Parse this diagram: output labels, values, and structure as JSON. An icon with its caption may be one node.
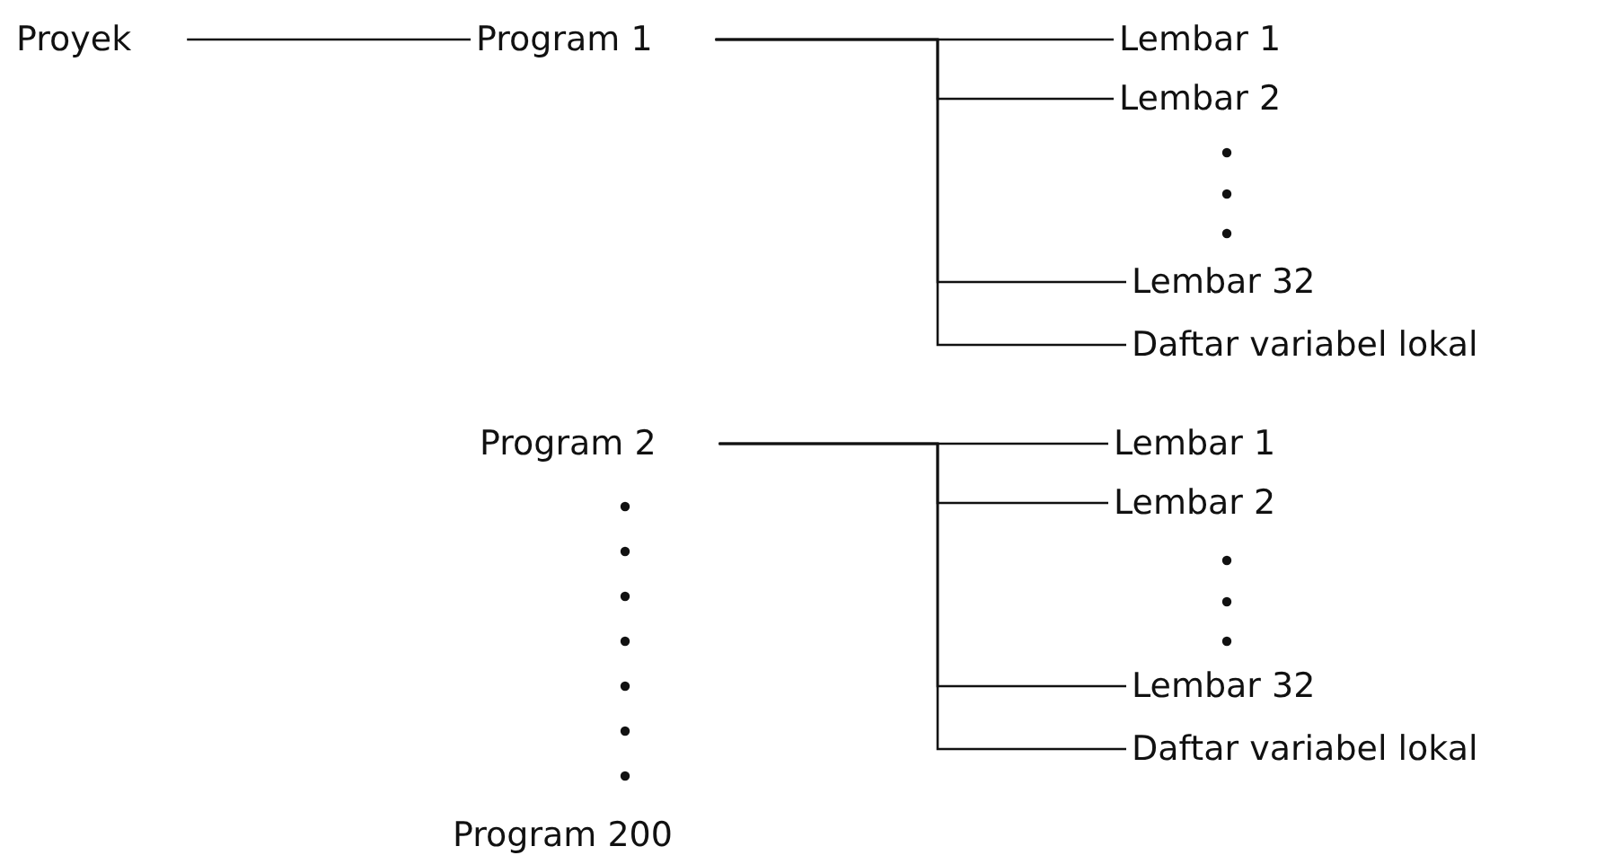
{
  "diagram": {
    "nodes": [
      {
        "text": [
          "Proyek"
        ]
      },
      {
        "text": [
          "Program 1"
        ]
      },
      {
        "text": [
          "Lembar 1"
        ]
      },
      {
        "text": [
          "Lembar 2"
        ]
      },
      {
        "text": [
          "Lembar 32"
        ]
      },
      {
        "text": [
          "Daftar variabel lokal"
        ]
      },
      {
        "text": [
          "Program 2"
        ]
      },
      {
        "text": [
          "Lembar 1"
        ]
      },
      {
        "text": [
          "Lembar 2"
        ]
      },
      {
        "text": [
          "Lembar 32"
        ]
      },
      {
        "text": [
          "Daftar variabel lokal"
        ]
      },
      {
        "text": [
          "Program 200"
        ]
      }
    ],
    "edges": [
      {
        "from": 0,
        "to": 1,
        "arrow": "none"
      },
      {
        "from": 1,
        "to": 2,
        "arrow": "none"
      },
      {
        "from": 1,
        "to": 3,
        "arrow": "none"
      },
      {
        "from": 1,
        "to": 4,
        "arrow": "none"
      },
      {
        "from": 1,
        "to": 5,
        "arrow": "none"
      },
      {
        "from": 6,
        "to": 7,
        "arrow": "none"
      },
      {
        "from": 6,
        "to": 8,
        "arrow": "none"
      },
      {
        "from": 6,
        "to": 9,
        "arrow": "none"
      },
      {
        "from": 6,
        "to": 10,
        "arrow": "none"
      }
    ]
  }
}
